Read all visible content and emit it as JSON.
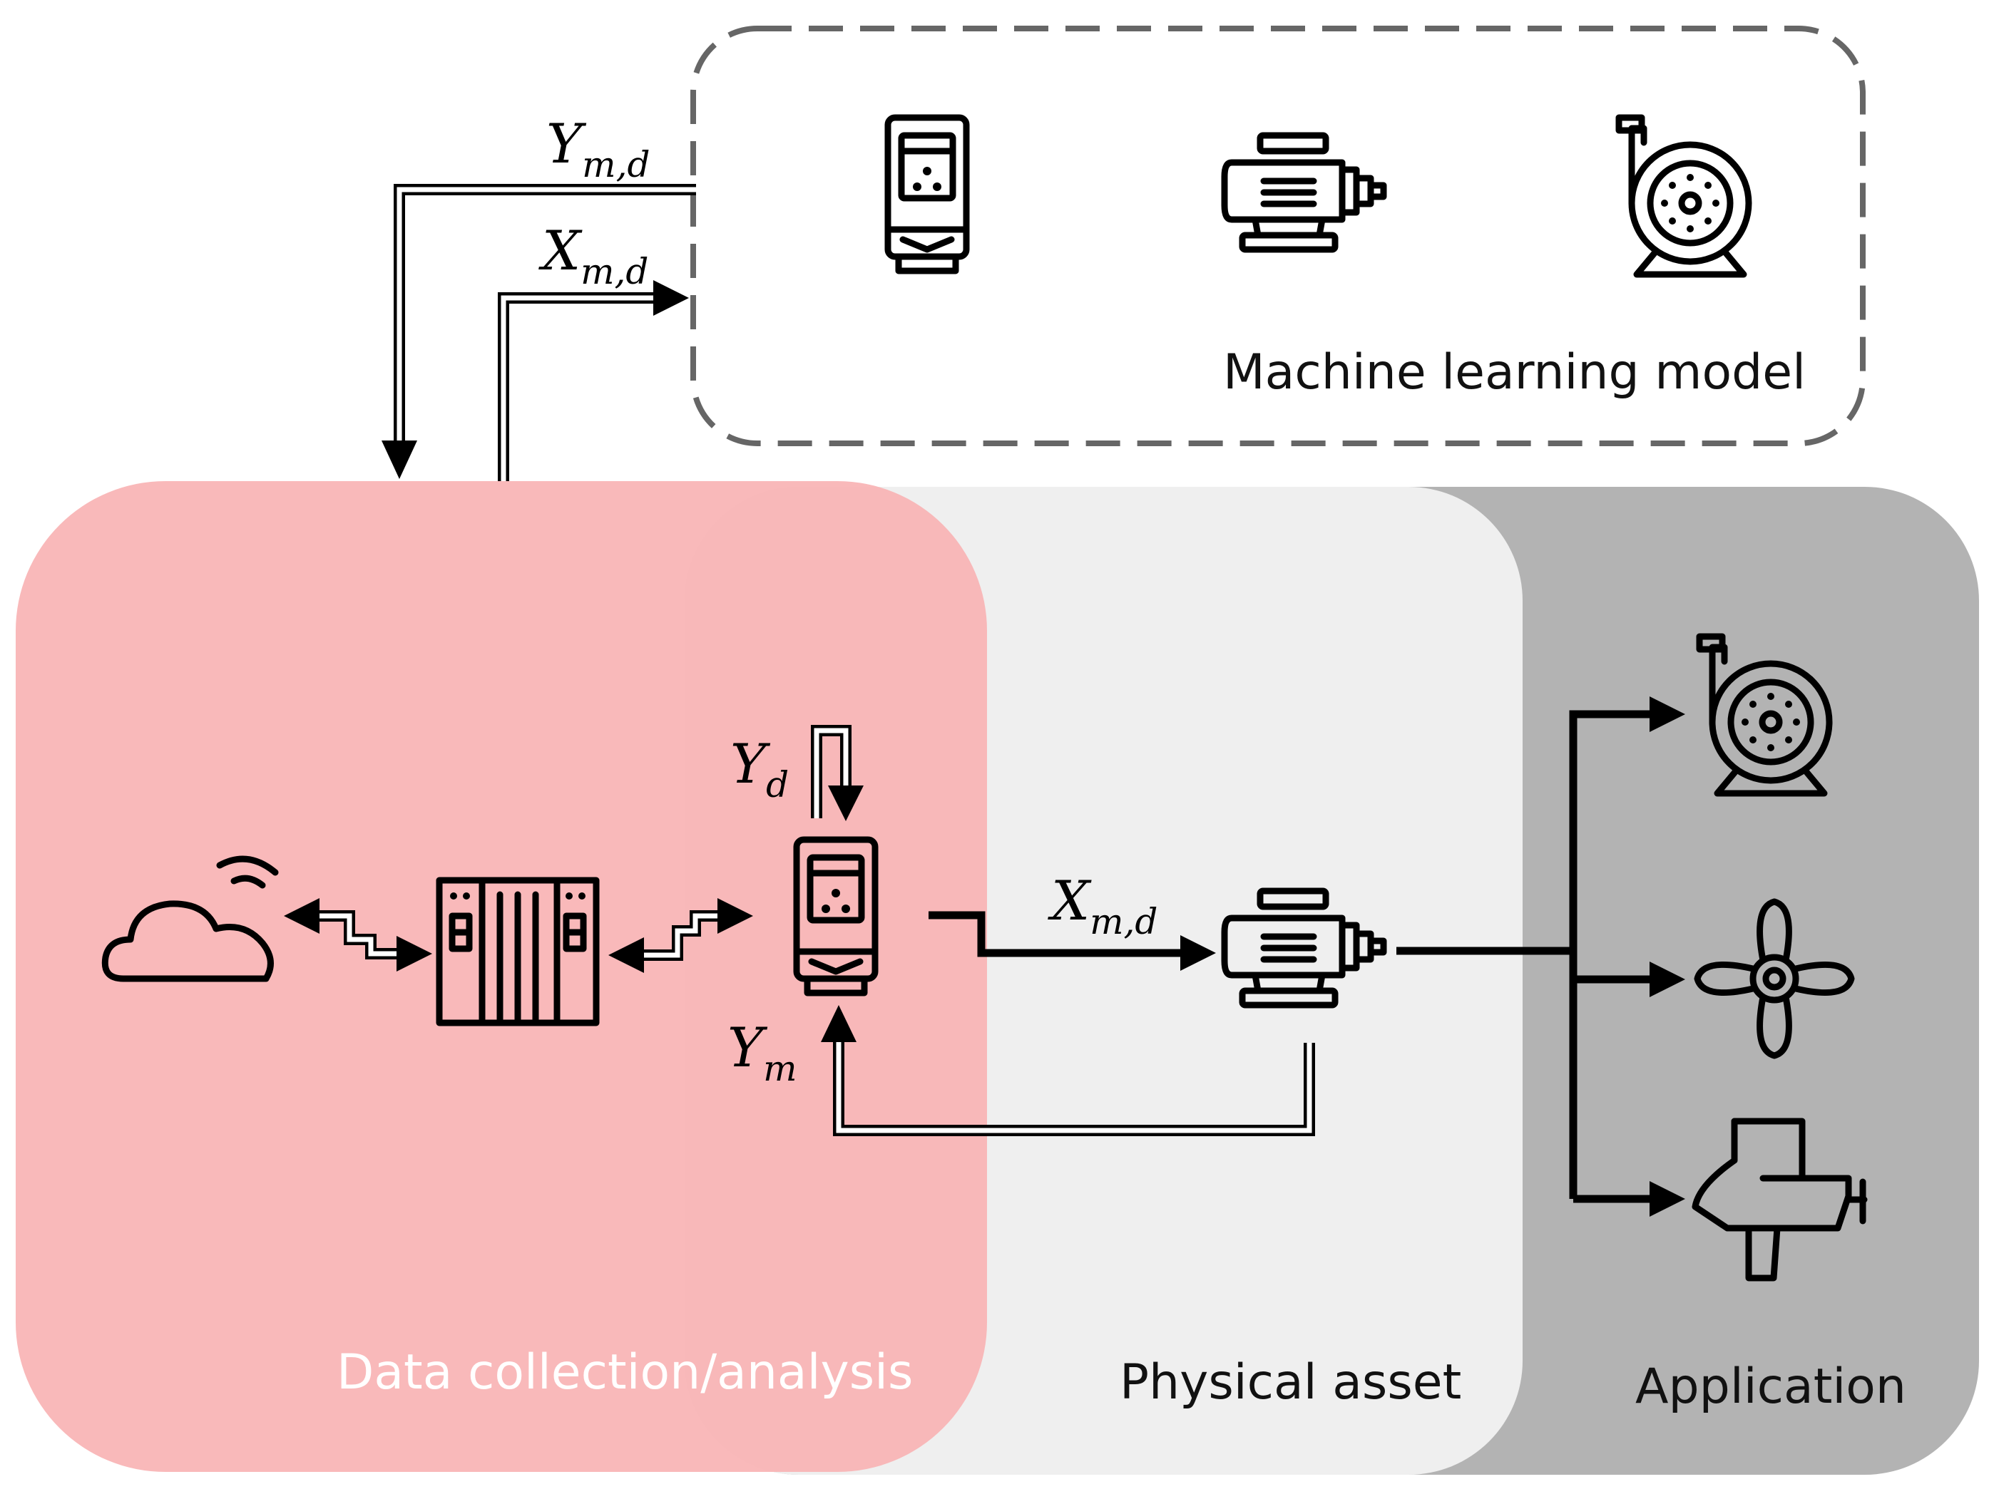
{
  "regions": {
    "ml_model_label": "Machine learning model",
    "data_collection_label": "Data collection/analysis",
    "physical_asset_label": "Physical asset",
    "application_label": "Application"
  },
  "signals": {
    "ymd_top": {
      "main": "Y",
      "sub": "m,d"
    },
    "xmd_top": {
      "main": "X",
      "sub": "m,d"
    },
    "yd": {
      "main": "Y",
      "sub": "d"
    },
    "ym": {
      "main": "Y",
      "sub": "m"
    },
    "xmd_mid": {
      "main": "X",
      "sub": "m,d"
    }
  },
  "icons": {
    "ml_model": [
      "drive-icon",
      "motor-icon",
      "pump-icon"
    ],
    "data_collection": [
      "cloud-wifi-icon",
      "controller-cabinet-icon",
      "drive-icon"
    ],
    "physical_asset": [
      "motor-icon"
    ],
    "application": [
      "pump-icon",
      "propeller-icon",
      "thruster-icon"
    ]
  },
  "colors": {
    "data_region": "#f9b3b4",
    "physical_region": "#efefef",
    "application_region": "#b3b3b3",
    "ml_border": "#666666",
    "data_label_color": "#ffffff"
  }
}
